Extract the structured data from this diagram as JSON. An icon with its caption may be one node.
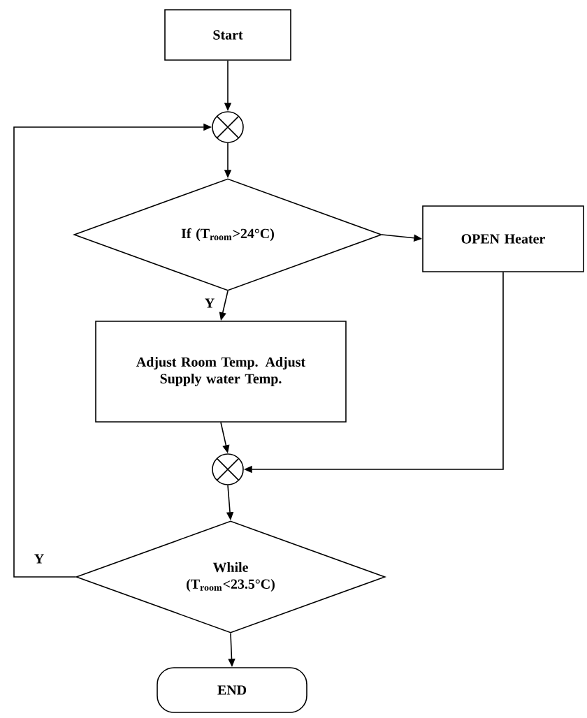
{
  "diagram": {
    "nodes": [
      {
        "text": [
          "Start"
        ]
      },
      {
        "text": [],
        "shape": "circle"
      },
      {
        "text": [
          "If (T$_{room}$>24°C)"
        ]
      },
      {
        "text": [
          "OPEN Heater"
        ]
      },
      {
        "text": [
          "Adjust Room Temp. Adjust Supply water Temp."
        ]
      },
      {
        "text": [],
        "shape": "circle"
      },
      {
        "text": [
          "While (T$_{room}$<23.5°C)"
        ]
      },
      {
        "text": [
          "END"
        ]
      }
    ],
    "edges": [
      {
        "from": 0,
        "to": 1,
        "arrow": "to"
      },
      {
        "from": 1,
        "to": 2,
        "arrow": "to"
      },
      {
        "from": 2,
        "to": 3,
        "arrow": "to"
      },
      {
        "from": 2,
        "to": 4,
        "arrow": "to",
        "label": "Y"
      },
      {
        "from": 4,
        "to": 5,
        "arrow": "to"
      },
      {
        "from": 3,
        "to": 5,
        "arrow": "to"
      },
      {
        "from": 5,
        "to": 6,
        "arrow": "to"
      },
      {
        "from": 6,
        "to": 1,
        "arrow": "to",
        "label": "Y"
      },
      {
        "from": 6,
        "to": 7,
        "arrow": "to"
      }
    ]
  }
}
